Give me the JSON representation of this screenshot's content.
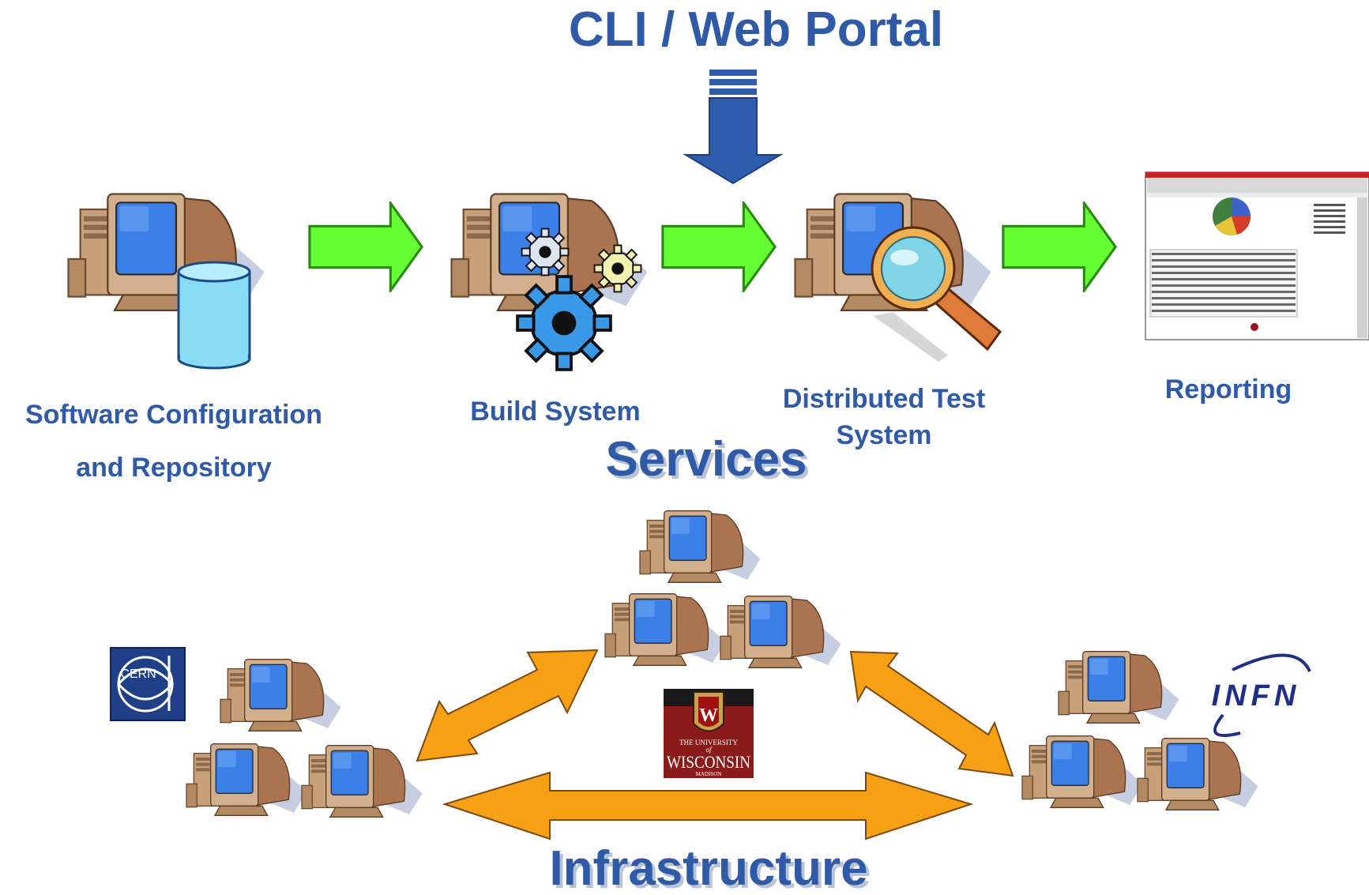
{
  "diagram": {
    "top_title": "CLI / Web Portal",
    "services_title": "Services",
    "infrastructure_title": "Infrastructure",
    "stages": [
      {
        "id": "repository",
        "lines": [
          "Software Configuration",
          "and Repository"
        ]
      },
      {
        "id": "build",
        "lines": [
          "Build System"
        ]
      },
      {
        "id": "test",
        "lines": [
          "Distributed Test",
          "System"
        ]
      },
      {
        "id": "reporting",
        "lines": [
          "Reporting"
        ]
      }
    ],
    "logos": {
      "cern": "CERN",
      "infn": "INFN",
      "wisconsin": {
        "line1": "THE UNIVERSITY",
        "line2": "of",
        "line3": "WISCONSIN",
        "line4": "MADISON"
      }
    }
  },
  "colors": {
    "label_blue": "#2f5aa8",
    "process_arrow": "#66ff33",
    "portal_arrow": "#2f5dae",
    "network_arrow": "#f7a014",
    "monitor_screen": "#3b7fe8",
    "monitor_case": "#c49a72",
    "database": "#88dcf4",
    "cern_bg": "#1f3f87",
    "wisconsin_bg": "#8b1a1a"
  },
  "icons": [
    "computer-icon",
    "database-icon",
    "gears-icon",
    "magnifier-icon",
    "report-screenshot-icon",
    "cern-logo",
    "infn-logo",
    "wisconsin-logo"
  ]
}
